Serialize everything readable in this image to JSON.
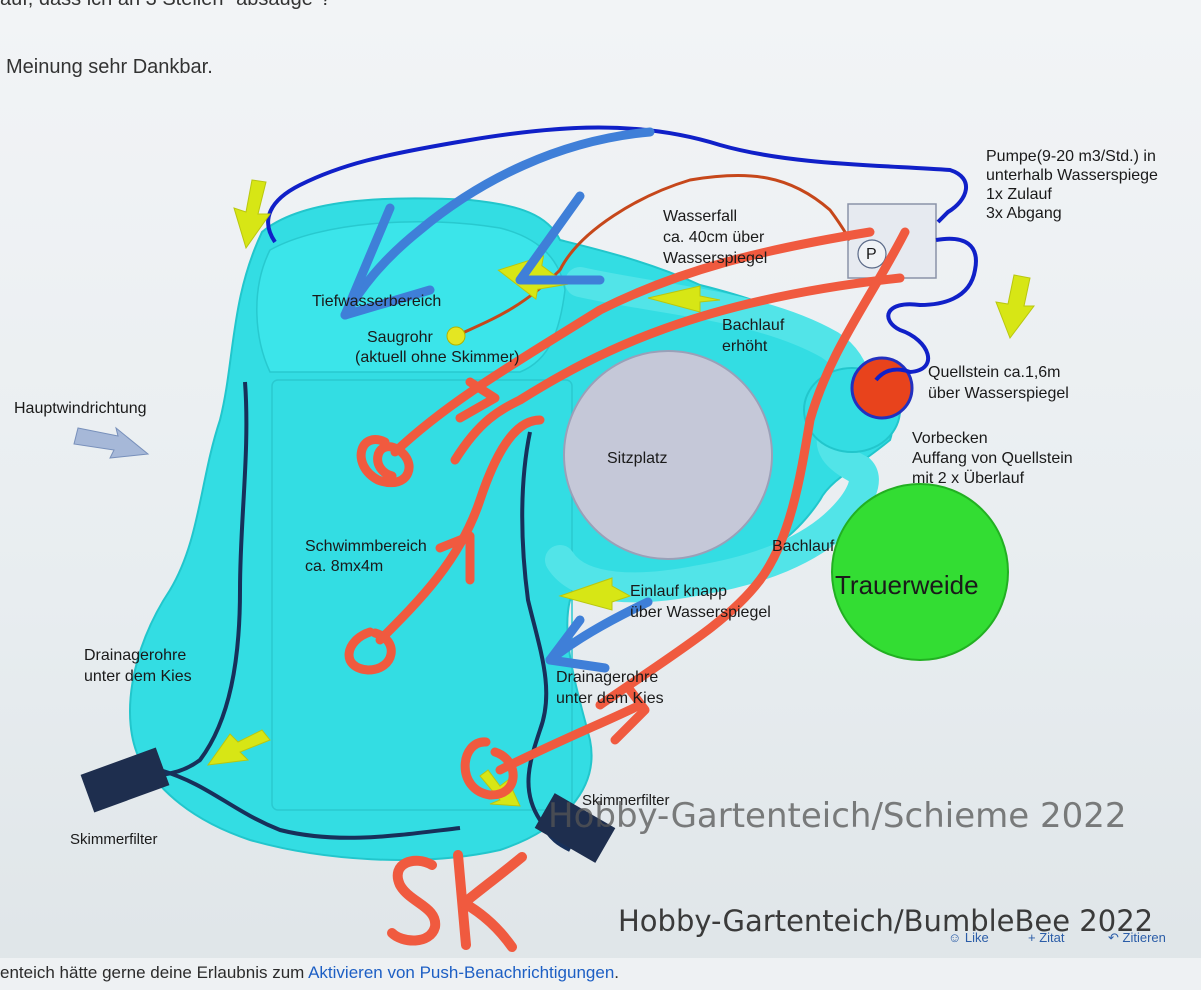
{
  "forum": {
    "top_line": "auf, dass ich an 3 Stellen \"absauge\"?",
    "second_line": "Meinung sehr Dankbar.",
    "push_prefix": "enteich hätte gerne deine Erlaubnis zum ",
    "push_link": "Aktivieren von Push-Benachrichtigungen",
    "push_suffix": ".",
    "like_label": "Like",
    "zitat_label": "+ Zitat",
    "zitieren_label": "Zitieren"
  },
  "diagram": {
    "pump_label": [
      "Pumpe(9-20 m3/Std.) in",
      "unterhalb Wasserspiege",
      "1x Zulauf",
      "3x Abgang"
    ],
    "pump_symbol": "P",
    "wasserfall_label": [
      "Wasserfall",
      "ca. 40cm über",
      "Wasserspiegel"
    ],
    "tiefwasser_label": "Tiefwasserbereich",
    "saugrohr_label": [
      "Saugrohr",
      "(aktuell ohne Skimmer)"
    ],
    "bachlauf_erhoeht_label": [
      "Bachlauf",
      "erhöht"
    ],
    "quellstein_label": [
      "Quellstein ca.1,6m",
      "über Wasserspiegel"
    ],
    "vorbecken_label": [
      "Vorbecken",
      "Auffang von Quellstein",
      "mit 2 x Überlauf"
    ],
    "hauptwind_label": "Hauptwindrichtung",
    "sitzplatz_label": "Sitzplatz",
    "schwimmbereich_label": [
      "Schwimmbereich",
      "ca. 8mx4m"
    ],
    "bachlauf_label": "Bachlauf",
    "trauerweide_label": "Trauerweide",
    "einlauf_label": [
      "Einlauf knapp",
      "über Wasserspiegel"
    ],
    "drainage_left_label": [
      "Drainagerohre",
      "unter dem Kies"
    ],
    "drainage_right_label": [
      "Drainagerohre",
      "unter dem Kies"
    ],
    "skimmer_left_label": "Skimmerfilter",
    "skimmer_right_label": "Skimmerfilter",
    "handwriting": "SK"
  },
  "watermarks": {
    "schieme": "Hobby-Gartenteich/Schieme 2022",
    "bumblebee": "Hobby-Gartenteich/BumbleBee 2022"
  },
  "colors": {
    "pond": "#33dde3",
    "pond_dark": "#1fc9d2",
    "sitzplatz": "#c5c8d8",
    "trauerweide": "#33dd33",
    "quellstein": "#e8431c",
    "pipe_blue": "#1020c8",
    "overlay_blue": "#3f7fd8",
    "overlay_red": "#f05a3f",
    "wasserfall_pipe": "#c6471a",
    "arrow_yellow": "#d7e615",
    "skimmer": "#1e2e4e",
    "drain": "#17305a"
  }
}
